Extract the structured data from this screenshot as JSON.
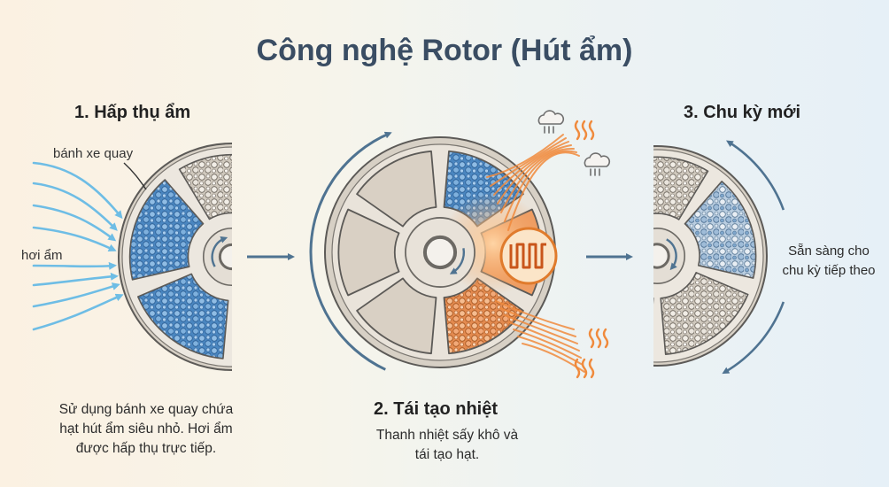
{
  "title": "Công nghệ Rotor (Hút ẩm)",
  "steps": [
    {
      "heading": "1. Hấp thụ ẩm",
      "desc_lines": [
        "Sử dụng bánh xe quay chứa",
        "hạt hút ẩm siêu nhỏ. Hơi ẩm",
        "được hấp thụ trực tiếp."
      ]
    },
    {
      "heading": "2. Tái tạo nhiệt",
      "desc_lines": [
        "Thanh nhiệt sấy khô và",
        "tái tạo hạt."
      ]
    },
    {
      "heading": "3. Chu kỳ mới",
      "desc_lines": [
        "Sẵn sàng cho",
        "chu kỳ tiếp theo"
      ]
    }
  ],
  "labels": {
    "wheel": "bánh xe quay",
    "moisture": "hơi ẩm"
  },
  "icons": [
    "steam-cloud-icon",
    "heat-wave-icon",
    "heating-coil-icon",
    "rotation-arrow-icon",
    "step-arrow-icon",
    "air-flow-icon"
  ],
  "colors": {
    "title": "#3a4d63",
    "wet_beads": "#4a86c0",
    "hot_beads": "#e7915a",
    "dry_beads": "#e6e1d9",
    "heat": "#f08a3c",
    "air": "#5fb8e6",
    "arrow": "#4f7391"
  }
}
